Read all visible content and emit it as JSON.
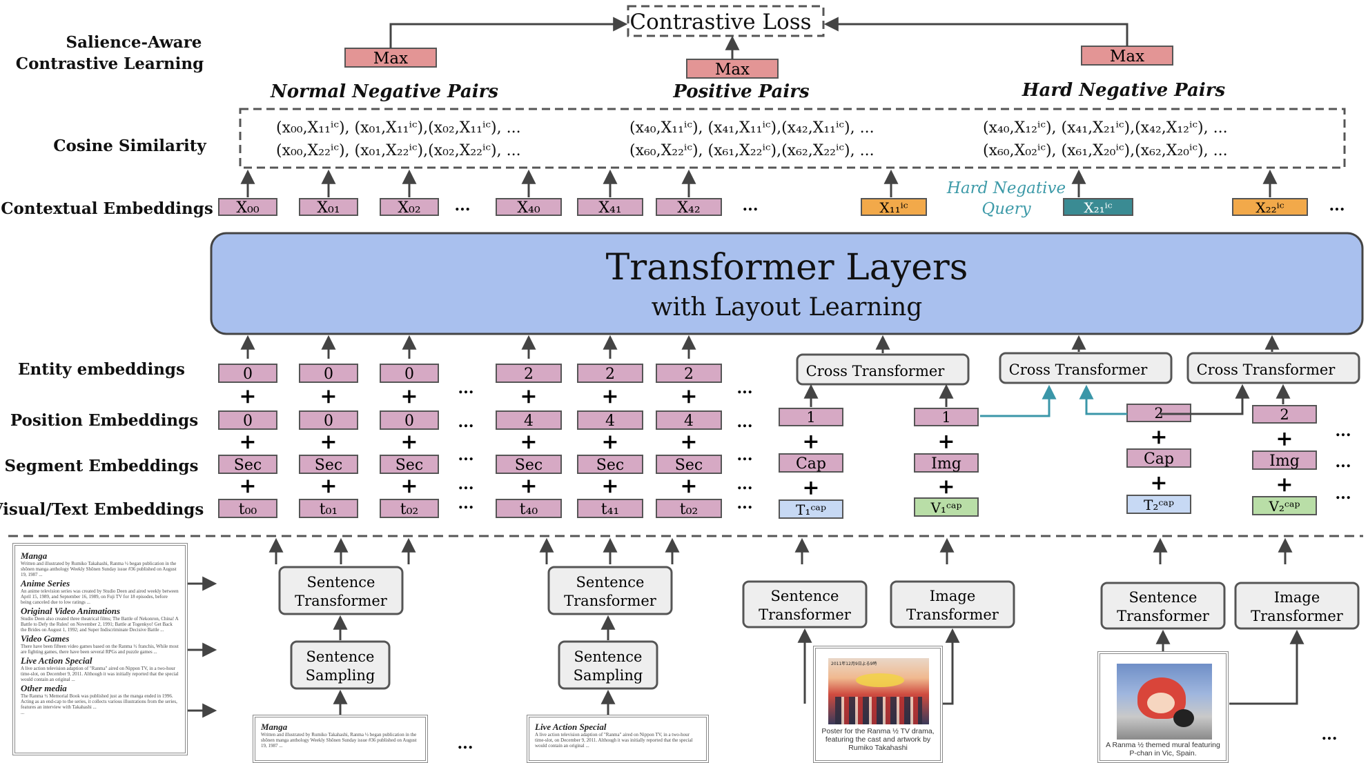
{
  "top": {
    "contrastive_loss": "Contrastive Loss",
    "salience_label_line1": "Salience-Aware",
    "salience_label_line2": "Contrastive Learning",
    "max_label": "Max",
    "pair_groups": [
      {
        "title": "Normal Negative Pairs",
        "line1": "(x₀₀,X₁₁ⁱᶜ), (x₀₁,X₁₁ⁱᶜ),(x₀₂,X₁₁ⁱᶜ), ...",
        "line2": "(x₀₀,X₂₂ⁱᶜ), (x₀₁,X₂₂ⁱᶜ),(x₀₂,X₂₂ⁱᶜ), ..."
      },
      {
        "title": "Positive Pairs",
        "line1": "(x₄₀,X₁₁ⁱᶜ), (x₄₁,X₁₁ⁱᶜ),(x₄₂,X₁₁ⁱᶜ), ...",
        "line2": "(x₆₀,X₂₂ⁱᶜ), (x₆₁,X₂₂ⁱᶜ),(x₆₂,X₂₂ⁱᶜ), ..."
      },
      {
        "title": "Hard  Negative Pairs",
        "line1": "(x₄₀,X₁₂ⁱᶜ), (x₄₁,X₂₁ⁱᶜ),(x₄₂,X₁₂ⁱᶜ), ...",
        "line2": "(x₆₀,X₀₂ⁱᶜ), (x₆₁,X₂₀ⁱᶜ),(x₆₂,X₂₀ⁱᶜ), ..."
      }
    ]
  },
  "rows": {
    "cosine": "Cosine Similarity",
    "contextual": "Contextual Embeddings",
    "entity": "Entity embeddings",
    "position": "Position Embeddings",
    "segment": "Segment Embeddings",
    "visual_text": "Visual/Text Embeddings"
  },
  "contextual_tokens": [
    "X₀₀",
    "X₀₁",
    "X₀₂",
    "X₄₀",
    "X₄₁",
    "X₄₂"
  ],
  "ic_tokens": [
    "X₁₁ⁱᶜ",
    "X₂₁ⁱᶜ",
    "X₂₂ⁱᶜ"
  ],
  "hard_negative_query_line1": "Hard Negative",
  "hard_negative_query_line2": "Query",
  "ellipsis": "...",
  "transformer": {
    "title": "Transformer Layers",
    "subtitle": "with Layout Learning"
  },
  "text_columns": {
    "entity": [
      "0",
      "0",
      "0",
      "2",
      "2",
      "2"
    ],
    "position": [
      "0",
      "0",
      "0",
      "4",
      "4",
      "4"
    ],
    "segment": [
      "Sec",
      "Sec",
      "Sec",
      "Sec",
      "Sec",
      "Sec"
    ],
    "tokens": [
      "t₀₀",
      "t₀₁",
      "t₀₂",
      "t₄₀",
      "t₄₁",
      "t₀₂"
    ]
  },
  "plus": "+",
  "cross_transformer": "Cross Transformer",
  "caption_columns": [
    {
      "position": "1",
      "segment": "Cap",
      "token": "T₁ᶜᵃᵖ"
    },
    {
      "position": "1",
      "segment": "Img",
      "token": "V₁ᶜᵃᵖ"
    },
    {
      "position": "2",
      "segment": "Cap",
      "token": "T₂ᶜᵃᵖ"
    },
    {
      "position": "2",
      "segment": "Img",
      "token": "V₂ᶜᵃᵖ"
    }
  ],
  "bottom": {
    "sentence_transformer_1": "Sentence",
    "sentence_transformer_2": "Transformer",
    "image_transformer_1": "Image",
    "image_transformer_2": "Transformer",
    "sentence_sampling_1": "Sentence",
    "sentence_sampling_2": "Sampling"
  },
  "document": {
    "sections": [
      {
        "heading": "Manga",
        "text": "Written and illustrated by Rumiko Takahashi, Ranma ½ began publication in the shōnen manga anthology Weekly Shōnen Sunday issue #36 published on August 19, 1987 ..."
      },
      {
        "heading": "Anime Series",
        "text": "An anime television series was created by Studio Deen and aired weekly between April 15, 1989, and September 16, 1989, on Fuji TV for 18 episodes, before being canceled due to low ratings ..."
      },
      {
        "heading": "Original Video Animations",
        "text": "Studio Deen also created three theatrical films; The Battle of Nekonron, China! A Battle to Defy the Rules! on November 2, 1991; Battle at Togenkyo! Get Back the Brides on August 1, 1992; and Super Indiscriminate Decisive Battle ..."
      },
      {
        "heading": "Video Games",
        "text": "There have been fifteen video games based on the Ranma ½ franchis, While most are fighting games, there have been several RPGs and puzzle games ..."
      },
      {
        "heading": "Live Action Special",
        "text": "A live action television adaption of \"Ranma\" aired on Nippon TV, in a two-hour time-slot, on December 9, 2011. Although it was initially reported that the special would contain an original ..."
      },
      {
        "heading": "Other media",
        "text": "The Ranma ½ Memorial Book was published just as the manga ended in 1996. Acting as an end-cap to the series, it collects various illustrations from the series, features an interview with Takahashi ..."
      }
    ],
    "trailing": "..."
  },
  "samples": [
    {
      "heading": "Manga",
      "text": "Written and illustrated by Rumiko Takahashi, Ranma ½ began publication in the shōnen manga anthology Weekly Shōnen Sunday issue #36 published on August 19, 1987 ..."
    },
    {
      "heading": "Live Action Special",
      "text": "A live action television adaption of \"Ranma\" aired on Nippon TV, in a two-hour time-slot, on December 9, 2011. Although it was initially reported that the special would contain an original ..."
    }
  ],
  "images": [
    {
      "banner": "2011年12月9日よる9時",
      "caption": "Poster for the Ranma ½ TV drama, featuring the cast and artwork by Rumiko Takahashi"
    },
    {
      "caption": "A Ranma ½ themed mural featuring P-chan in Vic, Spain."
    }
  ],
  "colors": {
    "max_box": "#e39595",
    "pink_box": "#d6a9c4",
    "orange_box": "#f2a94a",
    "teal_box": "#3a8b93",
    "transformer": "#a9c0ee",
    "caption_blue": "#c7d9f4",
    "image_green": "#b9dea7",
    "teal_arrow": "#3a96a8",
    "hard_negative_text": "#3d9aa8"
  }
}
